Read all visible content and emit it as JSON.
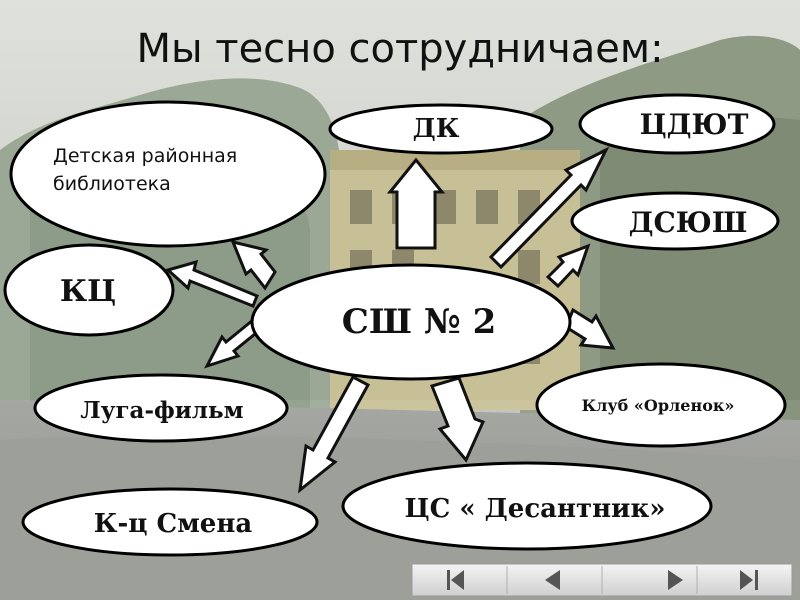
{
  "title": "Мы тесно сотрудничаем:",
  "center": {
    "label": "СШ № 2"
  },
  "partners": {
    "dk": "ДК",
    "cdyut": "ЦДЮТ",
    "dsyush": "ДСЮШ",
    "library_line1": "Детская районная",
    "library_line2": "библиотека",
    "kc": "КЦ",
    "luga_film": "Луга-фильм",
    "orlenok": "Клуб «Орленок»",
    "desantnik": "ЦС « Десантник»",
    "smena": "К-ц Смена"
  },
  "nav": {
    "icons": [
      "first-slide-icon",
      "previous-slide-icon",
      "next-slide-icon",
      "last-slide-icon"
    ]
  }
}
